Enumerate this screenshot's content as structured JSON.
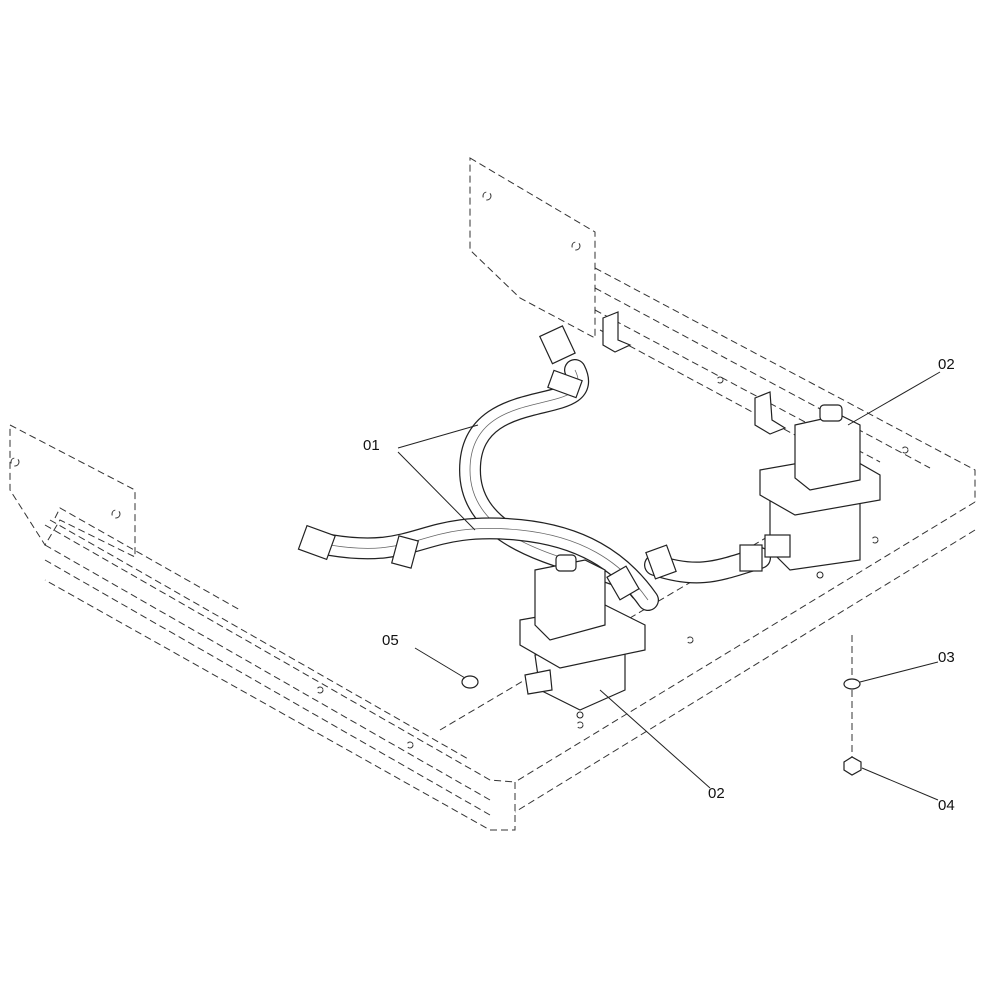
{
  "callouts": [
    {
      "id": "01",
      "label": "01",
      "part": "hose"
    },
    {
      "id": "02a",
      "label": "02",
      "part": "pump-right"
    },
    {
      "id": "02b",
      "label": "02",
      "part": "pump-front"
    },
    {
      "id": "03",
      "label": "03",
      "part": "washer"
    },
    {
      "id": "04",
      "label": "04",
      "part": "nut"
    },
    {
      "id": "05",
      "label": "05",
      "part": "o-ring"
    }
  ]
}
